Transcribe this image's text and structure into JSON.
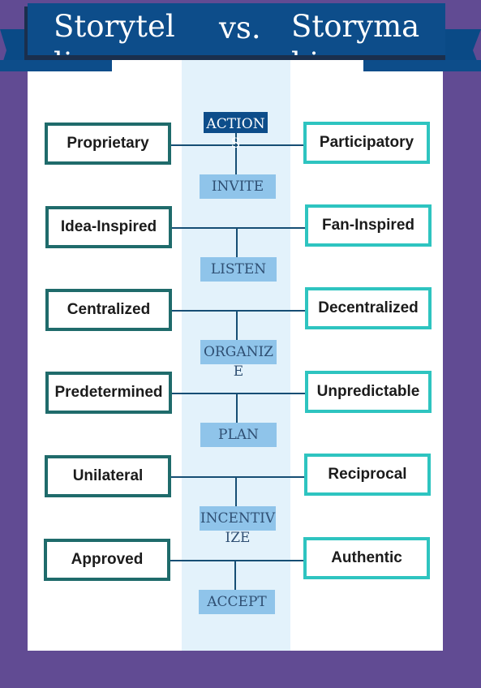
{
  "title": {
    "left": "Storytelling",
    "middle": "vs.",
    "right": "Storymaking"
  },
  "header_label": "ACTIONS",
  "actions": [
    "INVITE",
    "LISTEN",
    "ORGANIZE",
    "PLAN",
    "INCENTIVIZE",
    "ACCEPT"
  ],
  "left_column": [
    "Proprietary",
    "Idea-Inspired",
    "Centralized",
    "Predetermined",
    "Unilateral",
    "Approved"
  ],
  "right_column": [
    "Participatory",
    "Fan-Inspired",
    "Decentralized",
    "Unpredictable",
    "Reciprocal",
    "Authentic"
  ],
  "colors": {
    "background": "#614b93",
    "title_bar": "#0d4d8a",
    "left_border": "#1f6b6b",
    "right_border": "#2ec4c0",
    "action_fill": "#8fc4ea"
  }
}
